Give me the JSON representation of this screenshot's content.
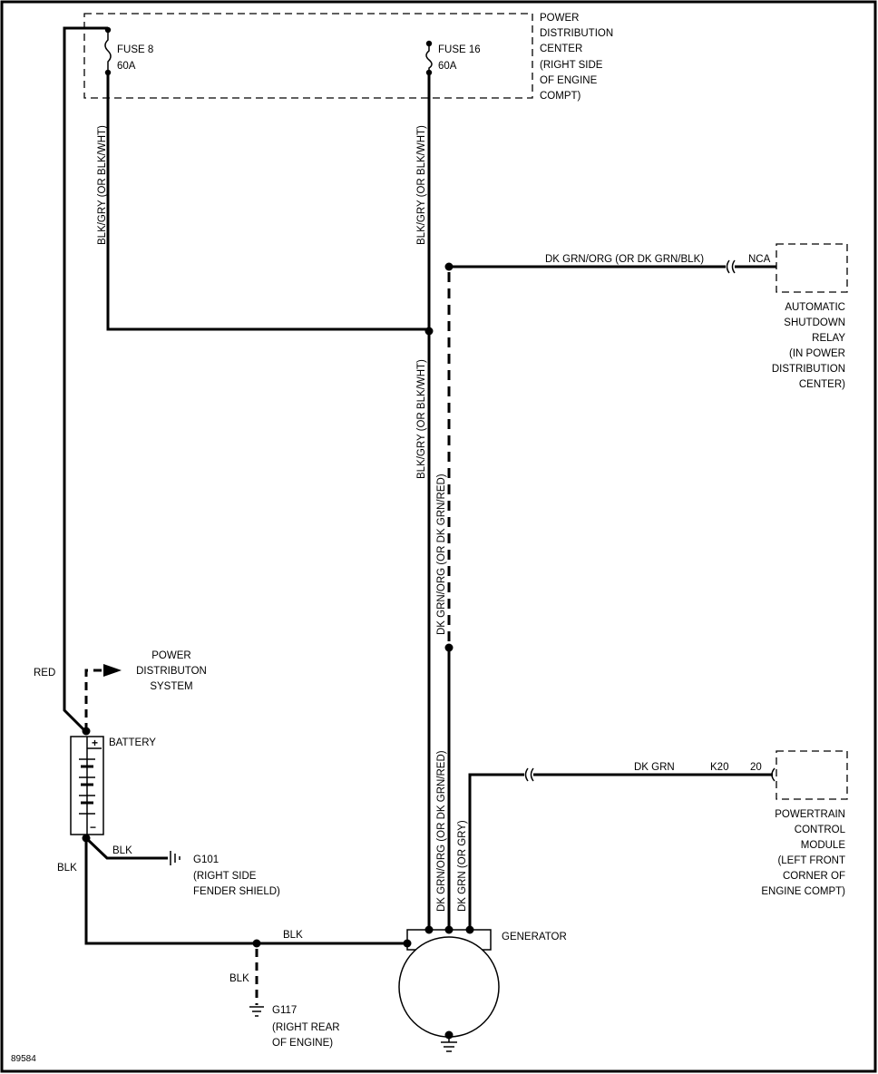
{
  "figure_id": "89584",
  "pdc": {
    "label": [
      "POWER",
      "DISTRIBUTION",
      "CENTER",
      "(RIGHT SIDE",
      "OF ENGINE",
      "COMPT)"
    ],
    "fuse_a": {
      "name": "FUSE 8",
      "rating": "60A"
    },
    "fuse_b": {
      "name": "FUSE 16",
      "rating": "60A"
    }
  },
  "wires": {
    "fuse8_out": "BLK/GRY (OR BLK/WHT)",
    "fuse16_out": "BLK/GRY (OR BLK/WHT)",
    "gen_feed": "BLK/GRY (OR BLK/WHT)",
    "asd_feed": "DK GRN/ORG (OR DK GRN/BLK)",
    "asd_mid": "DK GRN/ORG (OR DK GRN/RED)",
    "gen_field1": "DK GRN/ORG (OR DK GRN/RED)",
    "gen_field2": "DK GRN (OR GRY)",
    "pcm_wire": "DK GRN",
    "battery_pos": "RED",
    "battery_neg": "BLK",
    "g101_wire": "BLK",
    "gen_ground": "BLK",
    "g117_wire": "BLK"
  },
  "asd_relay": {
    "pin": "NCA",
    "label": [
      "AUTOMATIC",
      "SHUTDOWN",
      "RELAY",
      "(IN POWER",
      "DISTRIBUTION",
      "CENTER)"
    ]
  },
  "pcm": {
    "circuit": "K20",
    "pin": "20",
    "label": [
      "POWERTRAIN",
      "CONTROL",
      "MODULE",
      "(LEFT FRONT",
      "CORNER OF",
      "ENGINE COMPT)"
    ]
  },
  "battery": {
    "label": "BATTERY",
    "plus": "+",
    "minus": "−"
  },
  "power_dist_system": [
    "POWER",
    "DISTRIBUTON",
    "SYSTEM"
  ],
  "g101": {
    "name": "G101",
    "location": [
      "(RIGHT SIDE",
      "FENDER SHIELD)"
    ]
  },
  "g117": {
    "name": "G117",
    "location": [
      "(RIGHT REAR",
      "OF ENGINE)"
    ]
  },
  "generator": {
    "label": "GENERATOR"
  }
}
